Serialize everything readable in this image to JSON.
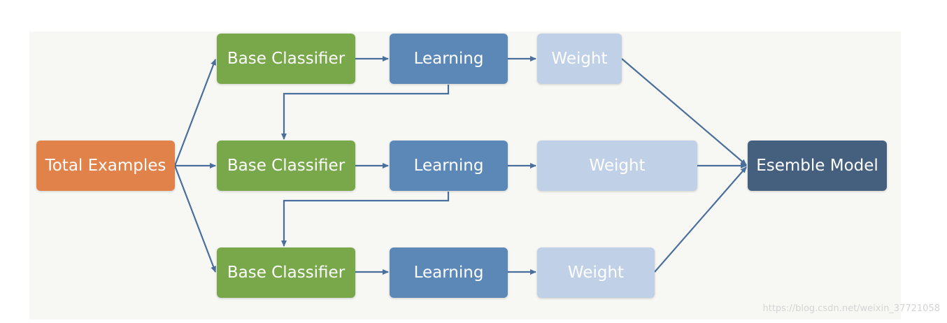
{
  "nodes": {
    "total_examples": "Total Examples",
    "base_classifier_1": "Base Classifier",
    "base_classifier_2": "Base Classifier",
    "base_classifier_3": "Base Classifier",
    "learning_1": "Learning",
    "learning_2": "Learning",
    "learning_3": "Learning",
    "weight_1": "Weight",
    "weight_2": "Weight",
    "weight_3": "Weight",
    "ensemble_model": "Esemble Model"
  },
  "colors": {
    "total_examples": "#e0824a",
    "base_classifier": "#78a84a",
    "learning": "#5c88b8",
    "weight": "#c0d1e7",
    "ensemble_model": "#45607f",
    "arrow": "#4a6f9c"
  },
  "watermark": "https://blog.csdn.net/weixin_37721058"
}
